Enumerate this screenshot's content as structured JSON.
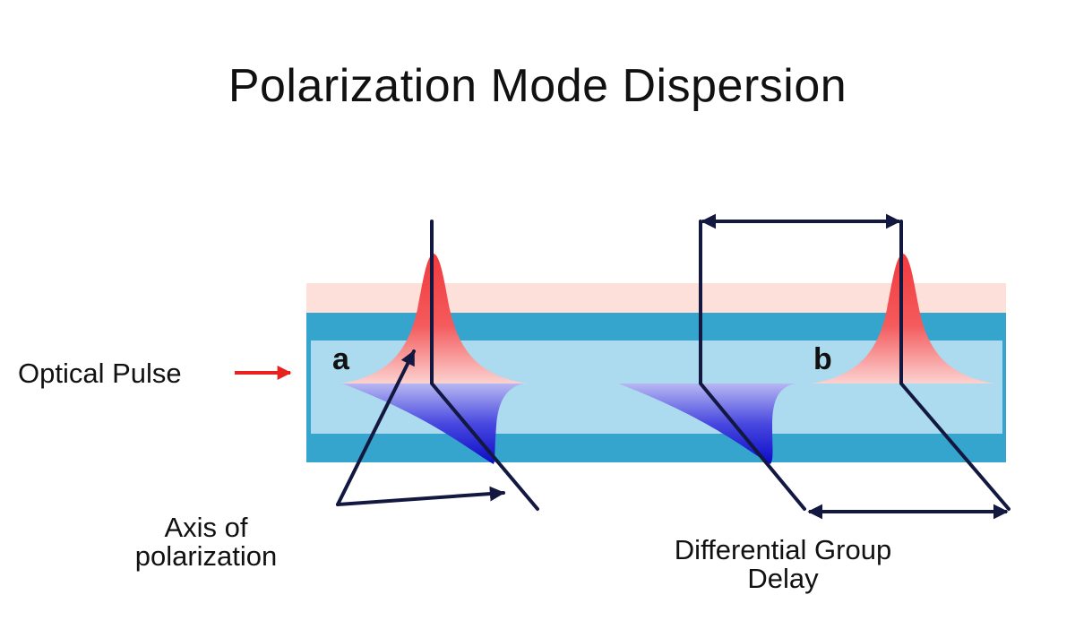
{
  "title": "Polarization Mode Dispersion",
  "labels": {
    "optical_pulse": "Optical Pulse",
    "axis_line1": "Axis of",
    "axis_line2": "polarization",
    "dgd_line1": "Differential Group",
    "dgd_line2": "Delay",
    "point_a": "a",
    "point_b": "b"
  },
  "colors": {
    "cladding_outer": "#fde0da",
    "cladding": "#35a5ce",
    "core": "#acdaee",
    "pulse_red": "#f23a3d",
    "pulse_blue": "#1010d0",
    "arrow_red": "#e82020",
    "axis_navy": "#131840"
  }
}
